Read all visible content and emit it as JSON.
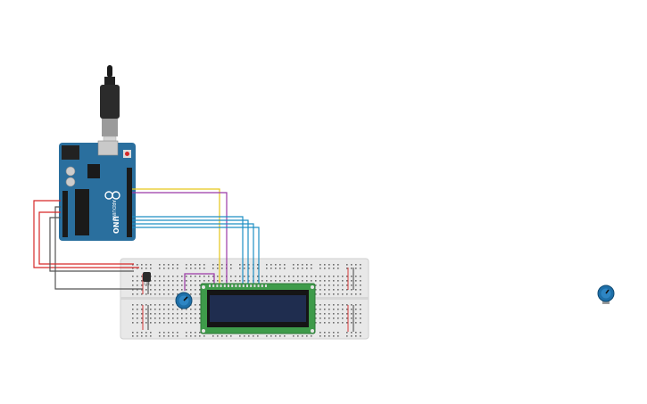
{
  "canvas": {
    "background": "#ffffff"
  },
  "arduino": {
    "board_label": "UNO",
    "arduino_mark": "ARDUINO",
    "color": "#2a6f9e"
  },
  "colors": {
    "wire_red": "#d62828",
    "wire_black": "#555555",
    "wire_yellow": "#e6c619",
    "wire_purple": "#9b38a6",
    "wire_blue": "#1e8fc4",
    "breadboard": "#e8e8e8",
    "lcd_pcb": "#3e9b4a",
    "lcd_screen": "#1f2d4f",
    "pot": "#1e6fa8"
  },
  "components": [
    {
      "id": "usb-cable-icon"
    },
    {
      "id": "arduino-uno"
    },
    {
      "id": "breadboard"
    },
    {
      "id": "temperature-sensor"
    },
    {
      "id": "potentiometer"
    },
    {
      "id": "lcd-16x2"
    },
    {
      "id": "loose-potentiometer"
    }
  ]
}
